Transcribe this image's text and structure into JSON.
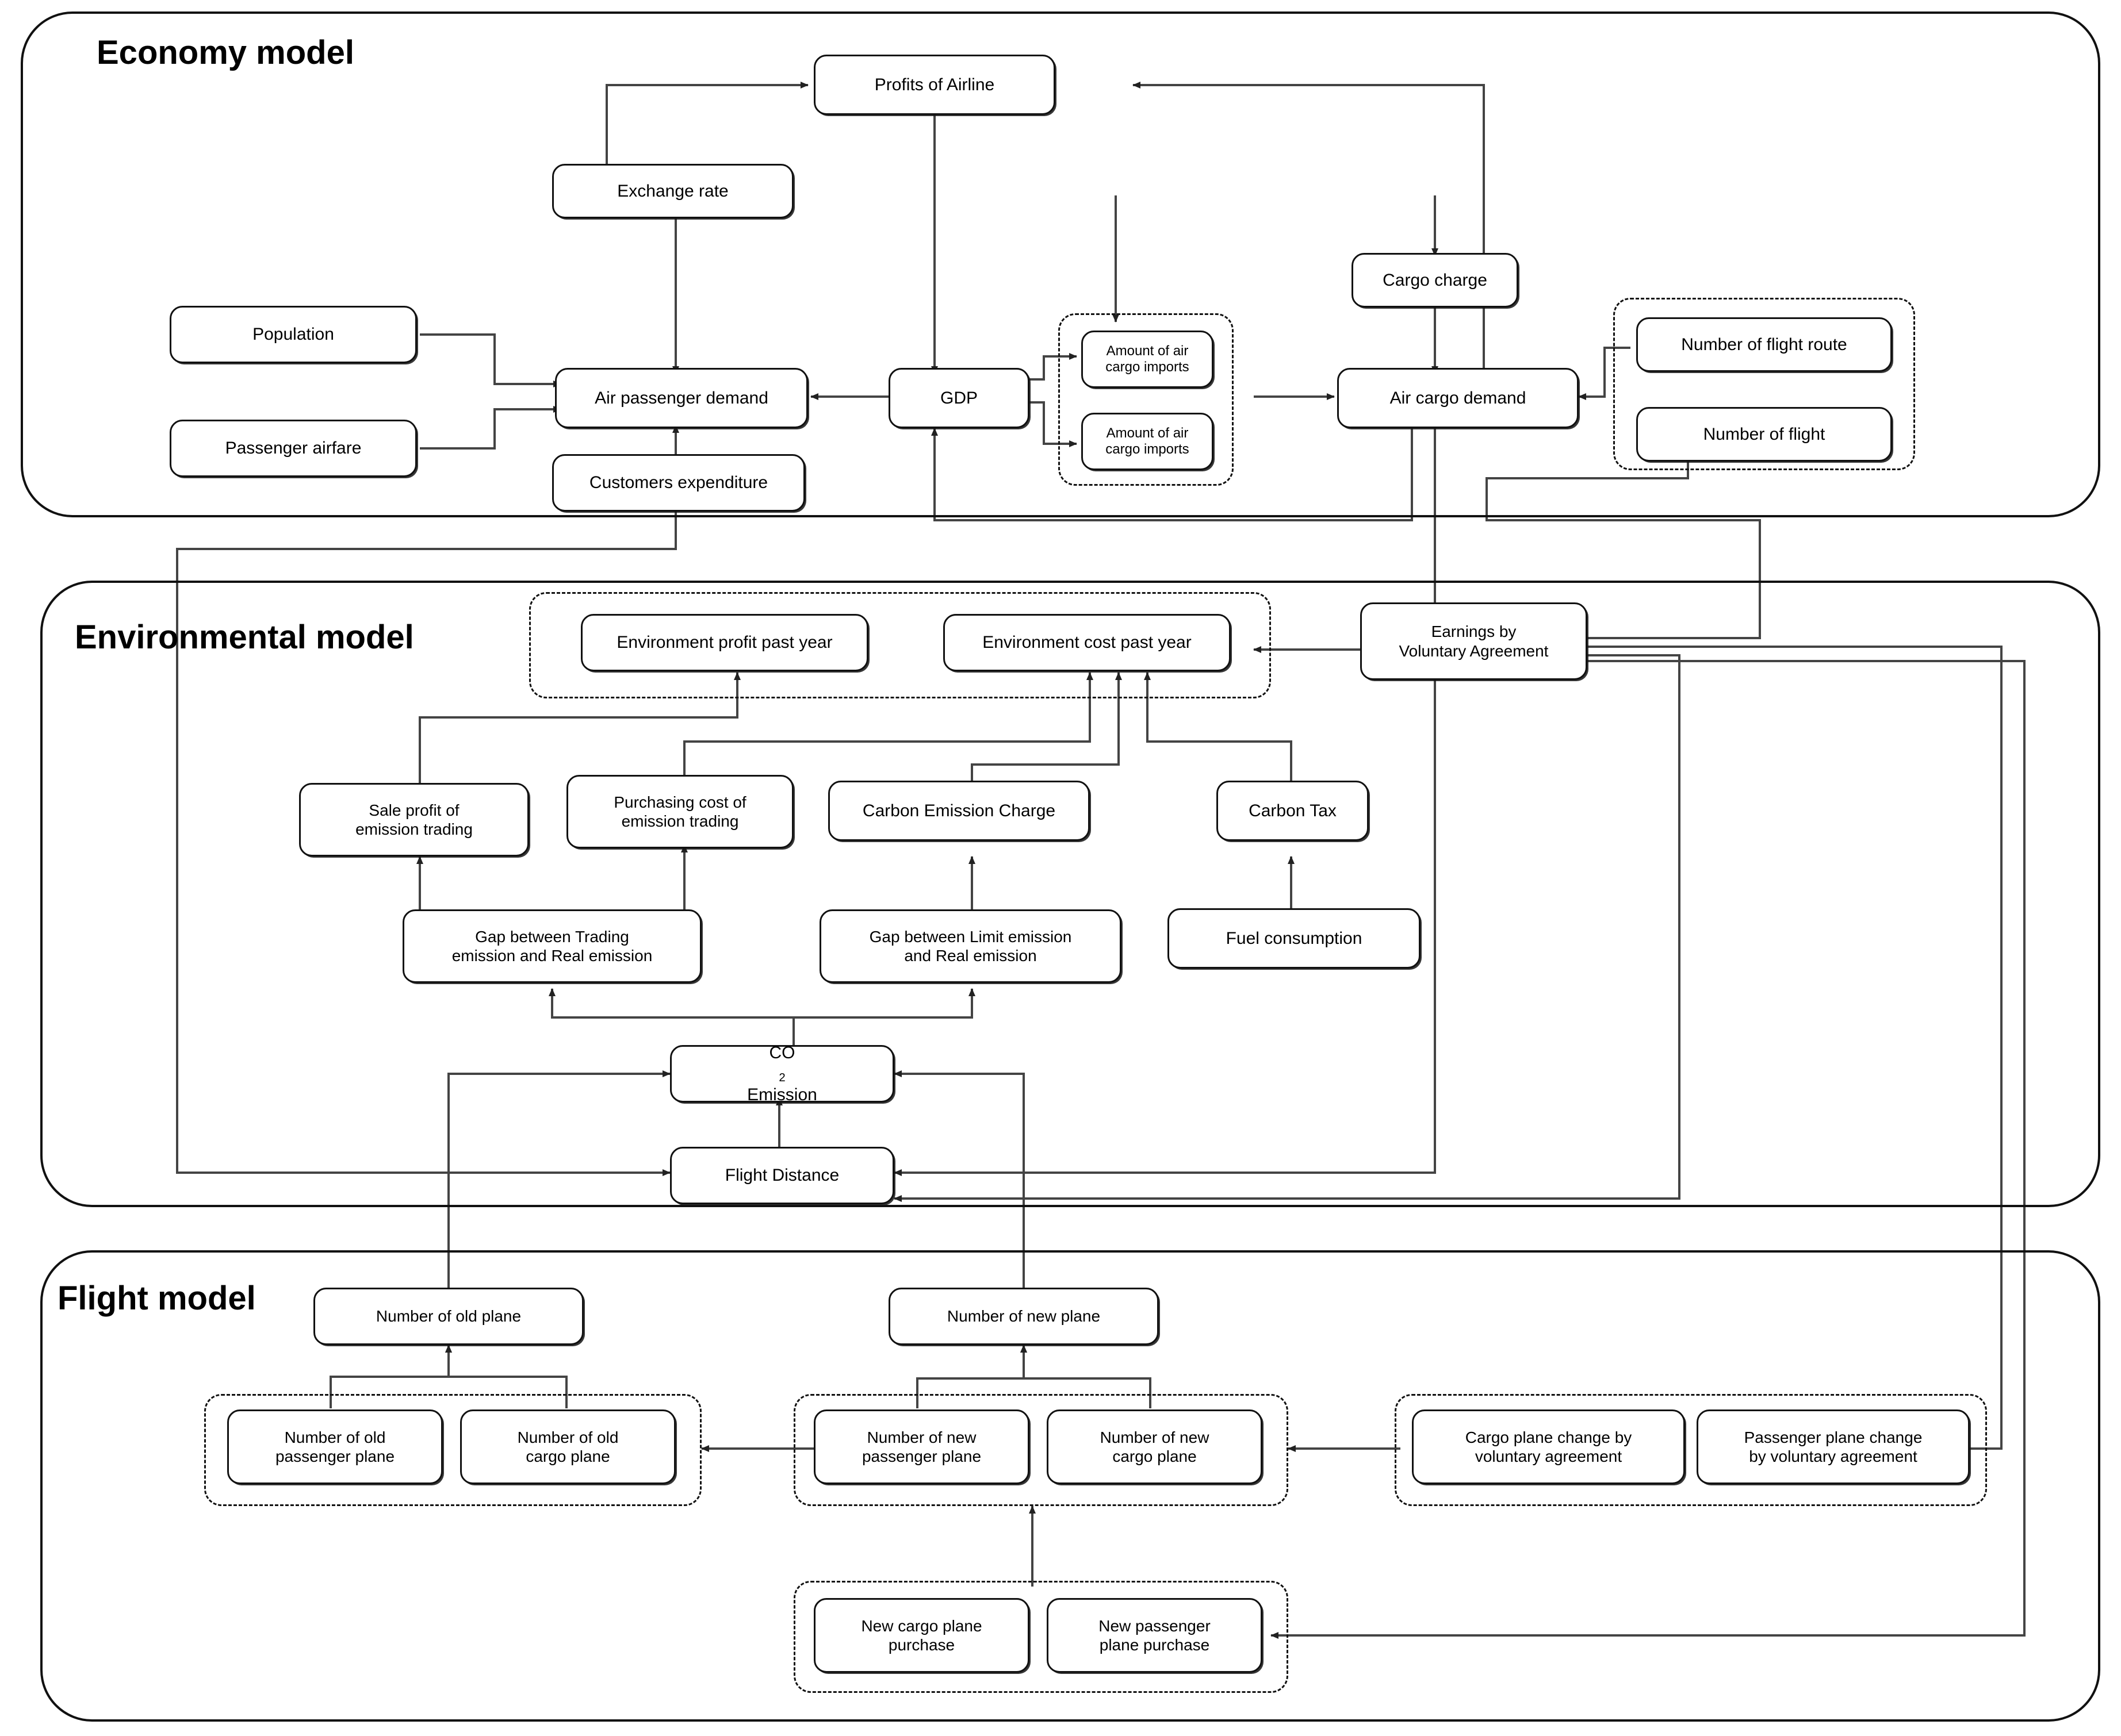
{
  "diagram": {
    "title": "Air transport economy-environment-flight system dynamics model",
    "panels": [
      {
        "id": "economy",
        "label": "Economy model"
      },
      {
        "id": "environmental",
        "label": "Environmental model"
      },
      {
        "id": "flight",
        "label": "Flight model"
      }
    ],
    "colors": {
      "stroke": "#111111",
      "background": "#ffffff",
      "node_fill": "#ffffff"
    }
  },
  "economy": {
    "title": "Economy model",
    "nodes": {
      "profits_of_airline": "Profits of Airline",
      "exchange_rate": "Exchange rate",
      "population": "Population",
      "passenger_airfare": "Passenger airfare",
      "air_passenger_demand": "Air passenger demand",
      "customers_expenditure": "Customers expenditure",
      "gdp": "GDP",
      "air_cargo_imports_1": "Amount of air cargo imports",
      "air_cargo_imports_2": "Amount of air cargo imports",
      "cargo_charge": "Cargo charge",
      "air_cargo_demand": "Air cargo demand",
      "number_of_flight_route": "Number of flight route",
      "number_of_flight": "Number of flight"
    }
  },
  "environmental": {
    "title": "Environmental model",
    "nodes": {
      "environment_profit_past_year": "Environment profit past year",
      "environment_cost_past_year": "Environment cost past year",
      "earnings_by_voluntary_agreement": "Earnings by\nVoluntary Agreement",
      "earnings_by_voluntary_agreement_line1": "Earnings by",
      "earnings_by_voluntary_agreement_line2": "Voluntary Agreement",
      "sale_profit_line1": "Sale profit of",
      "sale_profit_line2": "emission trading",
      "purchasing_cost_line1": "Purchasing cost of",
      "purchasing_cost_line2": "emission trading",
      "carbon_emission_charge": "Carbon Emission Charge",
      "carbon_tax": "Carbon Tax",
      "gap_trading_line1": "Gap between Trading",
      "gap_trading_line2": "emission and Real emission",
      "gap_limit_line1": "Gap between Limit emission",
      "gap_limit_line2": "and Real emission",
      "fuel_consumption": "Fuel consumption",
      "co2_emission_prefix": "CO",
      "co2_emission_sub": "2",
      "co2_emission_suffix": " Emission",
      "flight_distance": "Flight Distance"
    }
  },
  "flight": {
    "title": "Flight model",
    "nodes": {
      "number_of_old_plane": "Number of old plane",
      "number_of_old_passenger_plane_l1": "Number of old",
      "number_of_old_passenger_plane_l2": "passenger plane",
      "number_of_old_cargo_plane_l1": "Number of old",
      "number_of_old_cargo_plane_l2": "cargo plane",
      "number_of_new_plane": "Number of new plane",
      "number_of_new_passenger_plane_l1": "Number of new",
      "number_of_new_passenger_plane_l2": "passenger plane",
      "number_of_new_cargo_plane_l1": "Number of new",
      "number_of_new_cargo_plane_l2": "cargo plane",
      "cargo_plane_change_l1": "Cargo plane change by",
      "cargo_plane_change_l2": "voluntary agreement",
      "passenger_plane_change_l1": "Passenger plane change",
      "passenger_plane_change_l2": "by voluntary agreement",
      "new_cargo_plane_purchase_l1": "New cargo plane",
      "new_cargo_plane_purchase_l2": "purchase",
      "new_passenger_plane_purchase_l1": "New passenger",
      "new_passenger_plane_purchase_l2": "plane purchase"
    }
  }
}
